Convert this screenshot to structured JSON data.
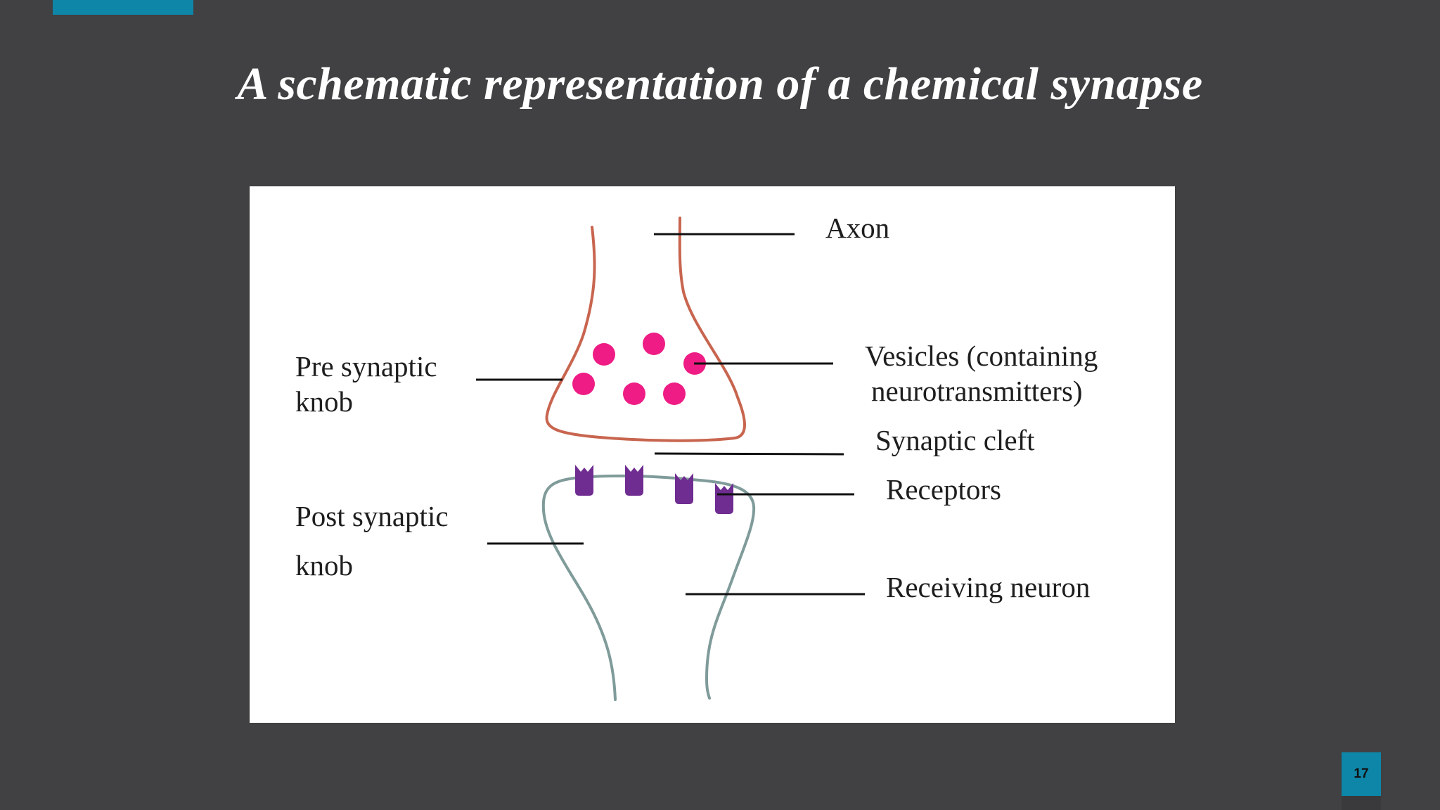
{
  "slide": {
    "title": "A schematic representation of a chemical synapse",
    "page_number": "17"
  },
  "colors": {
    "background": "#414042",
    "accent": "#0e86a8",
    "presynaptic_outline": "#c8654f",
    "postsynaptic_outline": "#7f9b9a",
    "vesicle": "#ee1c84",
    "receptor": "#6f2c91",
    "leader_line": "#111111"
  },
  "diagram": {
    "labels": {
      "axon": "Axon",
      "presynaptic_line1": "Pre synaptic",
      "presynaptic_line2": "knob",
      "vesicles_line1": "Vesicles (containing",
      "vesicles_line2": "neurotransmitters)",
      "synaptic_cleft": "Synaptic cleft",
      "receptors": "Receptors",
      "postsynaptic_line1": "Post synaptic",
      "postsynaptic_line2": "knob",
      "receiving_neuron": "Receiving neuron"
    },
    "vesicle_count": 6,
    "receptor_count": 4
  }
}
